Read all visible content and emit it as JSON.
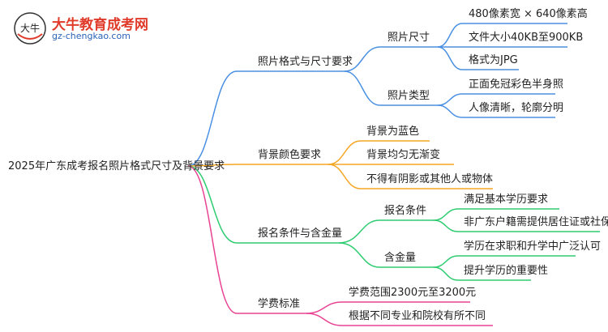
{
  "logo": {
    "title": "大牛教育成考网",
    "url": "gz-chengkao.com",
    "mark_text": "大牛"
  },
  "root": "2025年广东成考报名照片格式尺寸及背景要求",
  "branches": [
    {
      "label": "照片格式与尺寸要求",
      "color": "#4a90e2",
      "children": [
        {
          "label": "照片尺寸",
          "children": [
            "480像素宽 × 640像素高",
            "文件大小40KB至900KB",
            "格式为JPG"
          ]
        },
        {
          "label": "照片类型",
          "children": [
            "正面免冠彩色半身照",
            "人像清晰，轮廓分明"
          ]
        }
      ]
    },
    {
      "label": "背景颜色要求",
      "color": "#f5a623",
      "children": [
        {
          "label": "背景为蓝色"
        },
        {
          "label": "背景均匀无渐变"
        },
        {
          "label": "不得有阴影或其他人或物体"
        }
      ]
    },
    {
      "label": "报名条件与含金量",
      "color": "#2ecc71",
      "children": [
        {
          "label": "报名条件",
          "children": [
            "满足基本学历要求",
            "非广东户籍需提供居住证或社保证明"
          ]
        },
        {
          "label": "含金量",
          "children": [
            "学历在求职和升学中广泛认可",
            "提升学历的重要性"
          ]
        }
      ]
    },
    {
      "label": "学费标准",
      "color": "#e84393",
      "children": [
        {
          "label": "学费范围2300元至3200元"
        },
        {
          "label": "根据不同专业和院校有所不同"
        }
      ]
    }
  ]
}
